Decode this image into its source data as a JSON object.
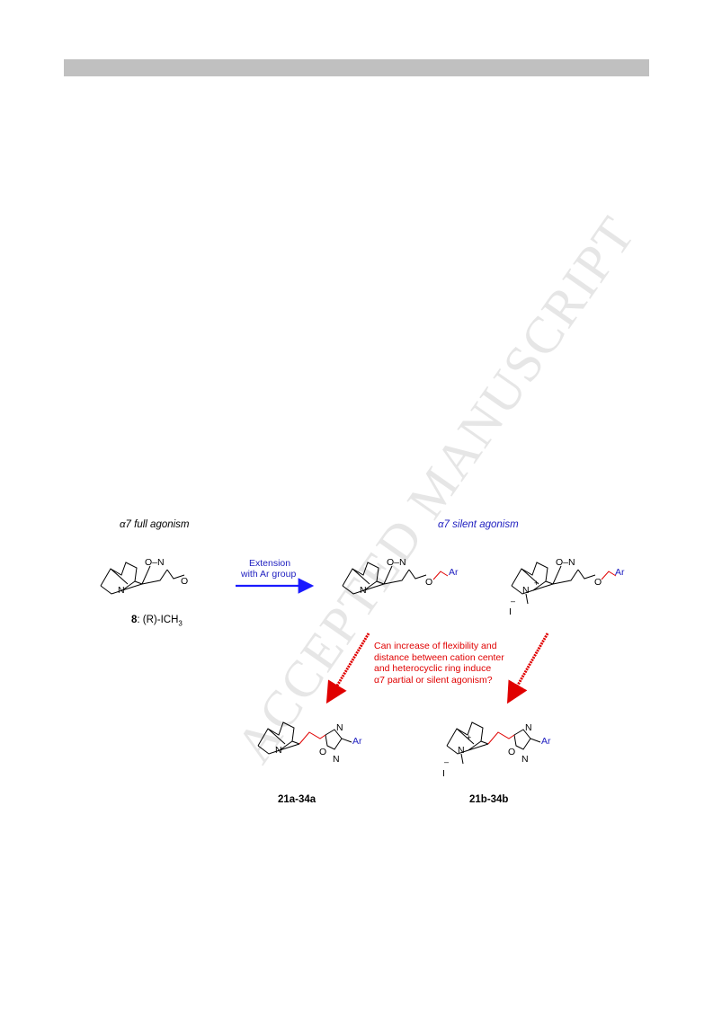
{
  "page": {
    "watermark": "ACCEPTED MANUSCRIPT"
  },
  "scheme": {
    "full_agonism_label": "α7 full agonism",
    "silent_agonism_label": "α7 silent agonism",
    "arrow_text_line1": "Extension",
    "arrow_text_line2": "with Ar group",
    "compound8_num": "8",
    "compound8_rest": ": (R)-ICH",
    "compound8_sub": "3",
    "question_lines": [
      "Can increase of flexibility and",
      "distance between cation center",
      "and  heterocyclic ring induce",
      "α7 partial or silent agonism?"
    ],
    "series_a_label": "21a-34a",
    "series_b_label": "21b-34b",
    "atoms": {
      "N": "N",
      "O": "O",
      "ON": "O–N",
      "Ar": "Ar",
      "plus": "+",
      "iodide": "I",
      "minus": "–"
    }
  },
  "colors": {
    "header_bar": "#c0c0c0",
    "blue_arrow": "#1a1aff",
    "red_arrow": "#e00000",
    "ar_text": "#2020c0",
    "linker": "#e00000"
  }
}
